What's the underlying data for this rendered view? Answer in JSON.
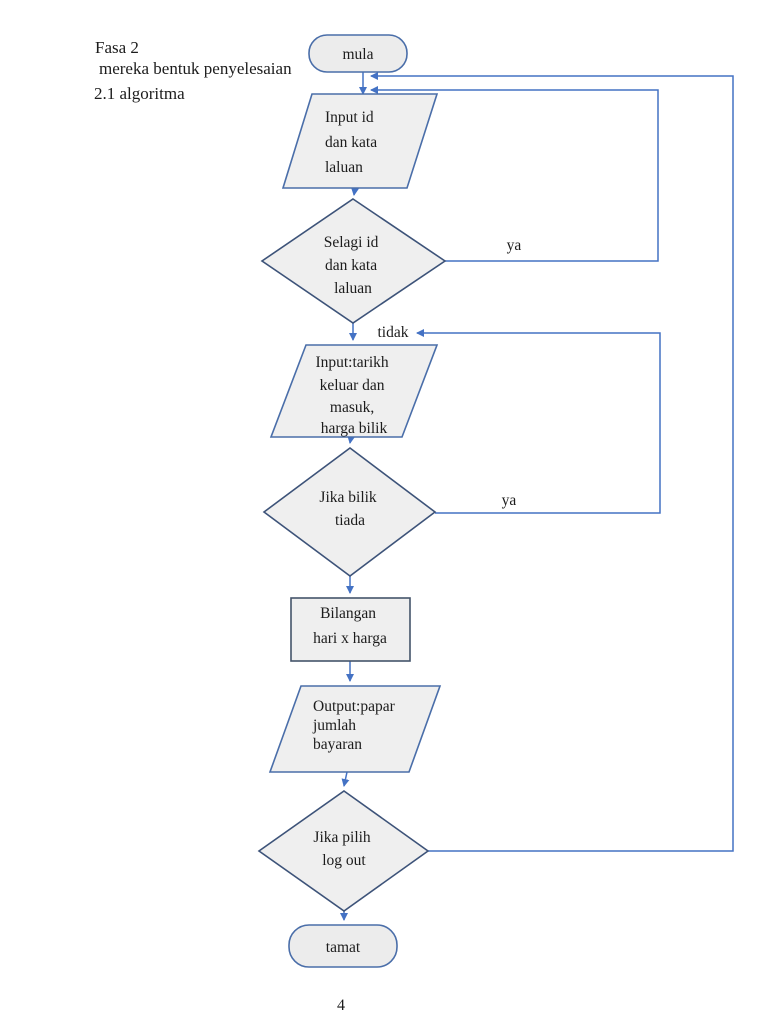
{
  "page": {
    "header_lines": [
      "Fasa 2",
      "mereka bentuk penyelesaian",
      "2.1 algoritma"
    ],
    "page_number": "4"
  },
  "flowchart": {
    "nodes": {
      "start": {
        "type": "terminator",
        "label": "mula"
      },
      "input_credentials": {
        "type": "input",
        "lines": [
          "Input id",
          "dan kata",
          "laluan"
        ]
      },
      "decision_credentials": {
        "type": "decision",
        "lines": [
          "Selagi id",
          "dan kata",
          "laluan"
        ]
      },
      "input_dates": {
        "type": "input",
        "lines": [
          "Input:tarikh",
          "keluar dan",
          "masuk,",
          "harga bilik"
        ]
      },
      "decision_room": {
        "type": "decision",
        "lines": [
          "Jika bilik",
          "tiada"
        ]
      },
      "process_calc": {
        "type": "process",
        "lines": [
          "Bilangan",
          "hari x harga"
        ]
      },
      "output_payment": {
        "type": "output",
        "lines": [
          "Output:papar",
          "jumlah",
          "bayaran"
        ]
      },
      "decision_logout": {
        "type": "decision",
        "lines": [
          "Jika pilih",
          "log out"
        ]
      },
      "end": {
        "type": "terminator",
        "label": "tamat"
      }
    },
    "edge_labels": {
      "ya_credentials": "ya",
      "tidak_credentials": "tidak",
      "ya_room": "ya"
    },
    "colors": {
      "connector": "#4472c4",
      "shape_fill": "#efefef",
      "decision_border": "#3d5379",
      "io_border": "#4a6ea9",
      "process_border": "#44546a",
      "text": "#1c1c1c"
    }
  }
}
